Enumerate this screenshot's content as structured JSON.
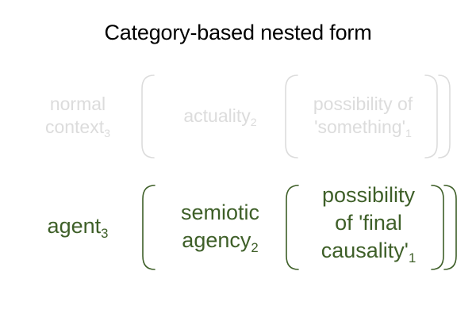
{
  "title": "Category-based nested form",
  "colors": {
    "muted": "#dcdcdc",
    "accent": "#3e5f28",
    "title": "#000000"
  },
  "rows": [
    {
      "cells": [
        {
          "lines": [
            "normal",
            "context"
          ],
          "subscript": "3"
        },
        {
          "lines": [
            "actuality"
          ],
          "subscript": "2"
        },
        {
          "lines": [
            "possibility of",
            "'something'"
          ],
          "subscript": "1"
        }
      ]
    },
    {
      "cells": [
        {
          "lines": [
            "agent"
          ],
          "subscript": "3"
        },
        {
          "lines": [
            "semiotic",
            "agency"
          ],
          "subscript": "2"
        },
        {
          "lines": [
            "possibility",
            "of 'final",
            "causality'"
          ],
          "subscript": "1"
        }
      ]
    }
  ]
}
